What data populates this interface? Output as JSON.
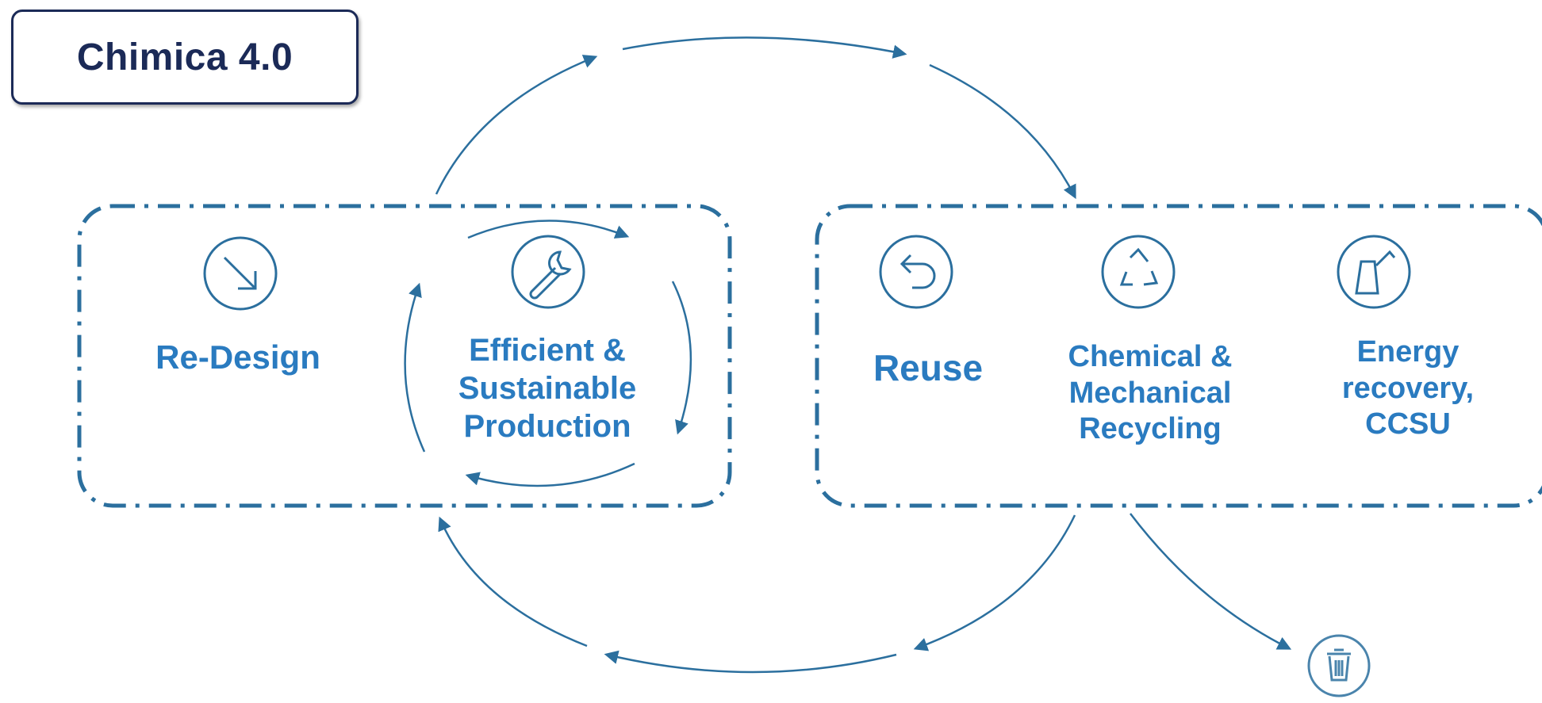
{
  "title": "Chimica 4.0",
  "colors": {
    "diagram_line": "#2b6f9e",
    "label_text": "#2a7bc0",
    "title_border": "#1b2a57",
    "title_text": "#1b2a57"
  },
  "stages": {
    "redesign": {
      "label": "Re-Design",
      "icon": "arrow-down-right-icon"
    },
    "efficient": {
      "label": "Efficient &\nSustainable\nProduction",
      "icon": "wrench-icon"
    },
    "reuse": {
      "label": "Reuse",
      "icon": "undo-arrow-icon"
    },
    "chemical": {
      "label": "Chemical &\nMechanical\nRecycling",
      "icon": "recycle-icon"
    },
    "energy": {
      "label": "Energy\nrecovery,\nCCSU",
      "icon": "energy-factory-icon"
    },
    "disposal": {
      "icon": "trash-icon"
    }
  }
}
